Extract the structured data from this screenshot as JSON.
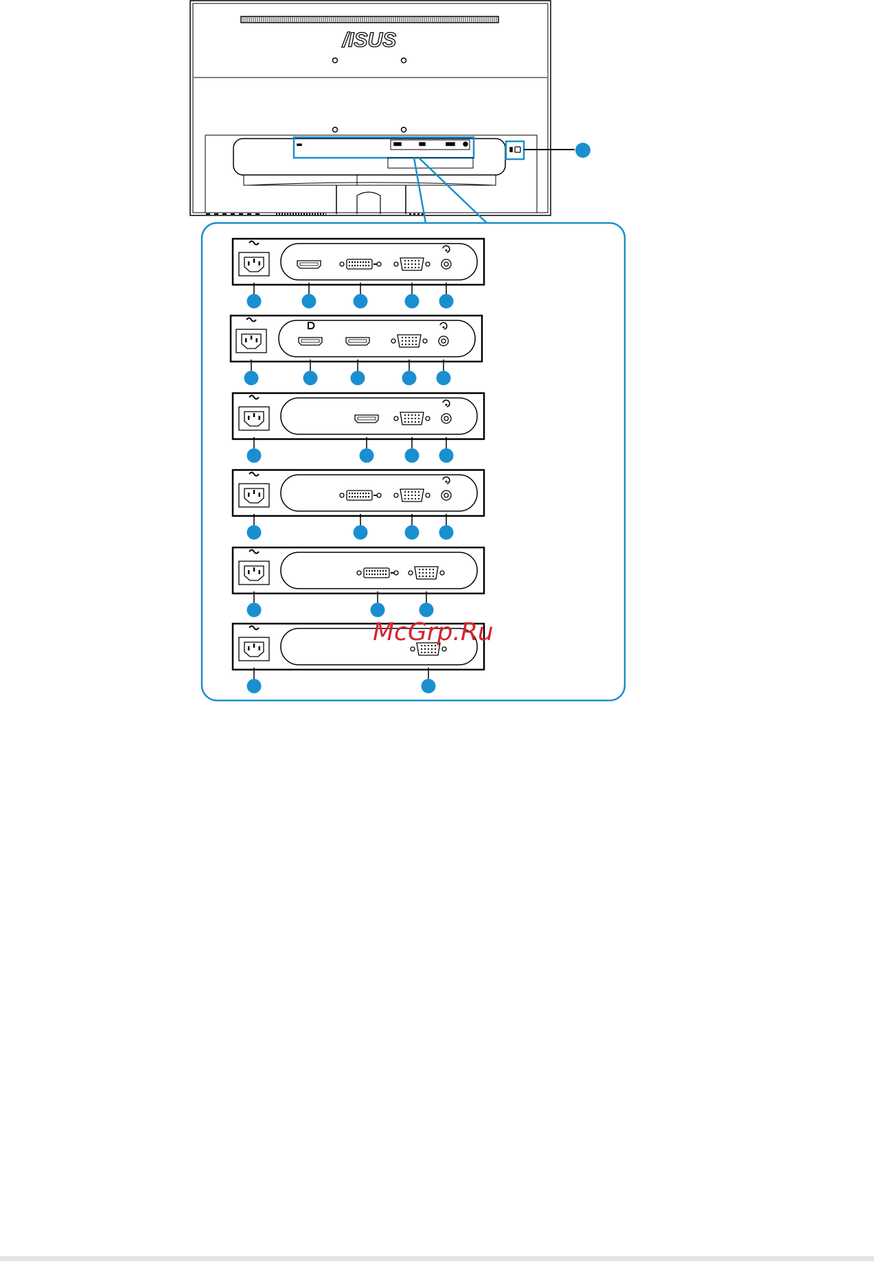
{
  "brand": "/ISUS",
  "watermark": "McGrp.Ru",
  "colors": {
    "accent": "#1a8fd0",
    "line": "#000000",
    "watermark": "#d4262e",
    "footer": "#e3e3e3"
  },
  "icons": {
    "power": "ac-power-socket-icon",
    "hdmi": "hdmi-port-icon",
    "dvi": "dvi-port-icon",
    "vga": "vga-port-icon",
    "audio": "audio-jack-icon",
    "displayport": "displayport-icon",
    "lock": "kensington-lock-icon"
  },
  "panels": [
    {
      "model": "panel-1",
      "ports": [
        "power",
        "hdmi",
        "dvi",
        "vga",
        "audio"
      ]
    },
    {
      "model": "panel-2",
      "ports": [
        "power",
        "displayport",
        "hdmi",
        "vga",
        "audio"
      ]
    },
    {
      "model": "panel-3",
      "ports": [
        "power",
        "hdmi",
        "vga",
        "audio"
      ]
    },
    {
      "model": "panel-4",
      "ports": [
        "power",
        "dvi",
        "vga",
        "audio"
      ]
    },
    {
      "model": "panel-5",
      "ports": [
        "power",
        "dvi",
        "vga"
      ]
    },
    {
      "model": "panel-6",
      "ports": [
        "power",
        "vga"
      ]
    }
  ]
}
